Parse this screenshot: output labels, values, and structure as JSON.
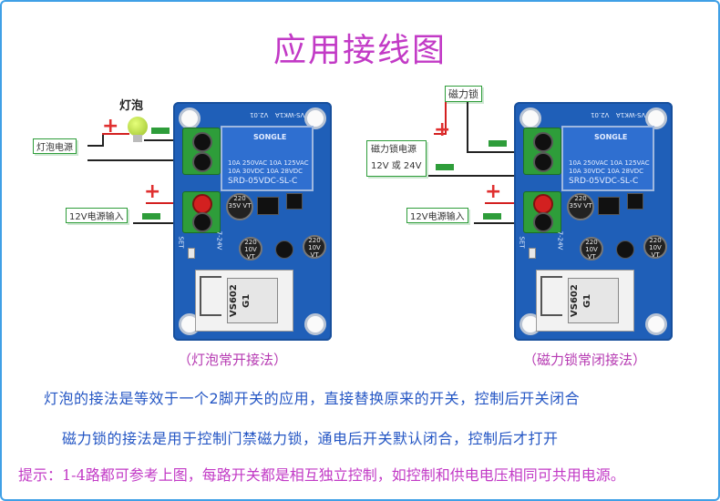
{
  "title": "应用接线图",
  "left_diagram": {
    "bulb_label": "灯泡",
    "power_label": "灯泡电源",
    "input_label": "12V电源输入",
    "caption": "（灯泡常开接法）"
  },
  "right_diagram": {
    "lock_label": "磁力锁",
    "power_label": "磁力锁电源",
    "power_voltage": "12V 或 24V",
    "input_label": "12V电源输入",
    "caption": "（磁力锁常闭接法）"
  },
  "board": {
    "relay_brand": "SONGLE",
    "relay_spec_line1": "10A 250VAC  10A 125VAC",
    "relay_spec_line2": "10A  30VDC  10A  28VDC",
    "relay_model": "SRD-05VDC-SL-C",
    "module_name": "VS602",
    "module_sub": "G1",
    "board_id": "VS-WK1A",
    "board_ver": "V2.01",
    "set_label": "SET",
    "voltage_label": "7-24V",
    "cap_big": "220 35V VT",
    "cap_small": "220 10V VT"
  },
  "symbols": {
    "plus": "+"
  },
  "colors": {
    "title": "#c23ac6",
    "body_text": "#2456c4",
    "tip": "#c23ac6",
    "pcb": "#1f5fb8",
    "terminal": "#2e9d3a",
    "wire_positive": "#d32020"
  },
  "desc": {
    "line1": "灯泡的接法是等效于一个2脚开关的应用，直接替换原来的开关，控制后开关闭合",
    "line2": "磁力锁的接法是用于控制门禁磁力锁，通电后开关默认闭合，控制后才打开"
  },
  "tip": "提示：1-4路都可参考上图，每路开关都是相互独立控制，如控制和供电电压相同可共用电源。"
}
